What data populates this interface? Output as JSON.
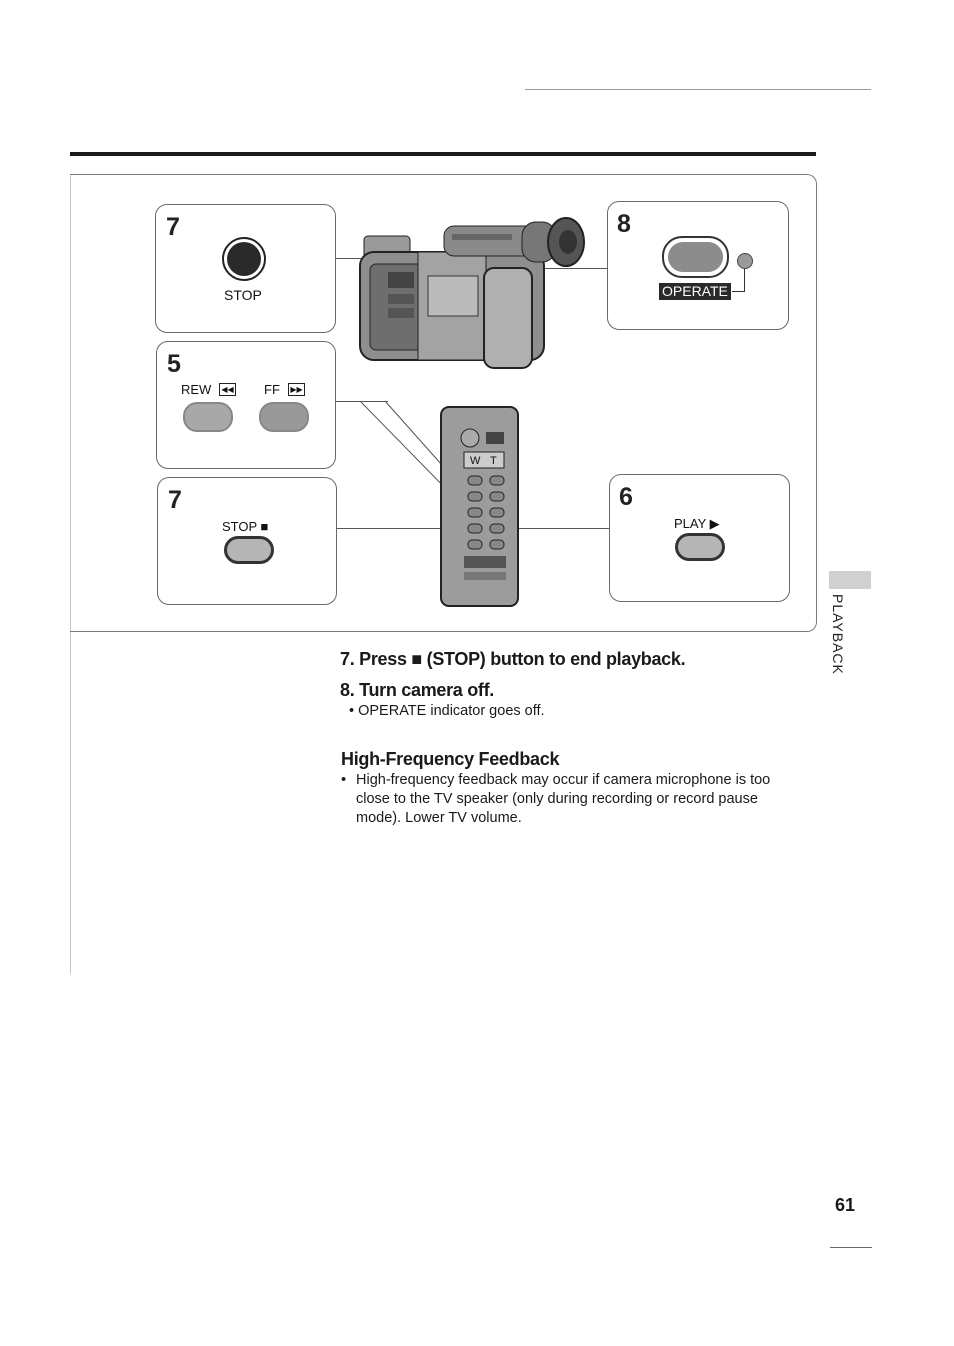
{
  "figure": {
    "stop_box": {
      "step": "7",
      "label": "STOP"
    },
    "rewff_box": {
      "step": "5",
      "rew_label": "REW",
      "ff_label": "FF"
    },
    "remote_stop_box": {
      "step": "7",
      "label": "STOP ■"
    },
    "operate_box": {
      "step": "8",
      "indicator": "OPERATE"
    },
    "play_box": {
      "step": "6",
      "label": "PLAY ▶"
    }
  },
  "steps": [
    {
      "heading": "7. Press ■ (STOP) button to end playback."
    },
    {
      "heading": "8. Turn camera off.",
      "bullet": "• OPERATE indicator goes off."
    }
  ],
  "feedback": {
    "heading": "High-Frequency Feedback",
    "bullet_mark": "•",
    "lines": [
      "High-frequency feedback may occur if camera microphone is too",
      "close to the TV speaker (only during recording or record pause",
      "mode). Lower TV volume."
    ]
  },
  "side_tab": "PLAYBACK",
  "page_number": "61"
}
